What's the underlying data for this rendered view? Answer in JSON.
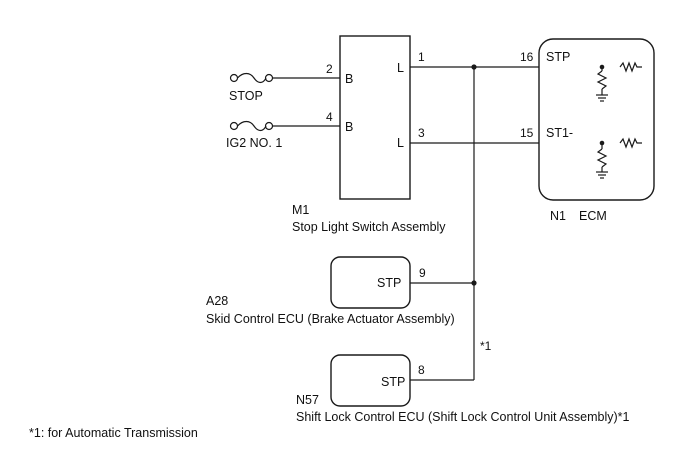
{
  "power_sources": [
    {
      "name": "STOP",
      "pin": "2",
      "port": "B"
    },
    {
      "name": "IG2 NO. 1",
      "pin": "4",
      "port": "B"
    }
  ],
  "stop_light_switch": {
    "code": "M1",
    "name": "Stop Light Switch Assembly",
    "outputs": [
      {
        "pin": "1",
        "port": "L"
      },
      {
        "pin": "3",
        "port": "L"
      }
    ]
  },
  "ecm": {
    "code": "N1",
    "name": "ECM",
    "inputs": [
      {
        "pin": "16",
        "port": "STP"
      },
      {
        "pin": "15",
        "port": "ST1-"
      }
    ]
  },
  "skid_control_ecu": {
    "code": "A28",
    "name": "Skid Control ECU (Brake Actuator Assembly)",
    "pin": "9",
    "port": "STP"
  },
  "shift_lock_ecu": {
    "code": "N57",
    "name": "Shift Lock Control ECU (Shift Lock Control Unit Assembly)*1",
    "pin": "8",
    "port": "STP"
  },
  "branch_note": "*1",
  "footnote": "*1: for Automatic Transmission"
}
